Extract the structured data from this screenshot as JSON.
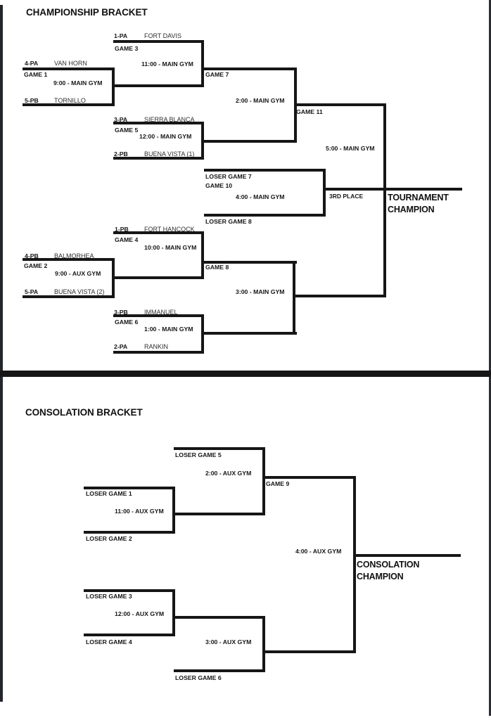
{
  "championship": {
    "title": "CHAMPIONSHIP BRACKET",
    "g1": {
      "label": "GAME 1",
      "time": "9:00 - MAIN GYM",
      "top_seed": "4-PA",
      "top_team": "VAN HORN",
      "bottom_seed": "5-PB",
      "bottom_team": "TORNILLO"
    },
    "g2": {
      "label": "GAME 2",
      "time": "9:00 - AUX GYM",
      "top_seed": "4-PB",
      "top_team": "BALMORHEA",
      "bottom_seed": "5-PA",
      "bottom_team": "BUENA VISTA (2)"
    },
    "g3": {
      "label": "GAME 3",
      "time": "11:00 - MAIN GYM",
      "top_seed": "1-PA",
      "top_team": "FORT DAVIS"
    },
    "g4": {
      "label": "GAME 4",
      "time": "10:00 - MAIN GYM",
      "top_seed": "1-PB",
      "top_team": "FORT HANCOCK"
    },
    "g5": {
      "label": "GAME 5",
      "time": "12:00 - MAIN GYM",
      "top_seed": "3-PA",
      "top_team": "SIERRA BLANCA",
      "bottom_seed": "2-PB",
      "bottom_team": "BUENA VISTA (1)"
    },
    "g6": {
      "label": "GAME 6",
      "time": "1:00 - MAIN GYM",
      "top_seed": "3-PB",
      "top_team": "IMMANUEL",
      "bottom_seed": "2-PA",
      "bottom_team": "RANKIN"
    },
    "g7": {
      "label": "GAME 7",
      "time": "2:00 - MAIN GYM"
    },
    "g8": {
      "label": "GAME 8",
      "time": "3:00 - MAIN GYM"
    },
    "g10": {
      "label": "GAME 10",
      "time": "4:00 - MAIN GYM",
      "top_feed": "LOSER GAME 7",
      "bottom_feed": "LOSER GAME 8",
      "result_label": "3RD PLACE"
    },
    "g11": {
      "label": "GAME 11",
      "time": "5:00 - MAIN GYM",
      "result_label": "TOURNAMENT CHAMPION"
    }
  },
  "consolation": {
    "title": "CONSOLATION BRACKET",
    "box_2pm": {
      "time": "2:00 - AUX GYM",
      "top_feed": "LOSER GAME 5"
    },
    "box_11am": {
      "time": "11:00 - AUX GYM",
      "top_feed": "LOSER GAME 1",
      "bottom_feed": "LOSER GAME 2"
    },
    "box_12pm": {
      "time": "12:00 - AUX GYM",
      "top_feed": "LOSER GAME 3",
      "bottom_feed": "LOSER GAME 4"
    },
    "box_3pm": {
      "time": "3:00 - AUX GYM",
      "bottom_feed": "LOSER GAME 6"
    },
    "final": {
      "label": "GAME 9",
      "time": "4:00 - AUX GYM",
      "result_label": "CONSOLATION CHAMPION"
    }
  }
}
